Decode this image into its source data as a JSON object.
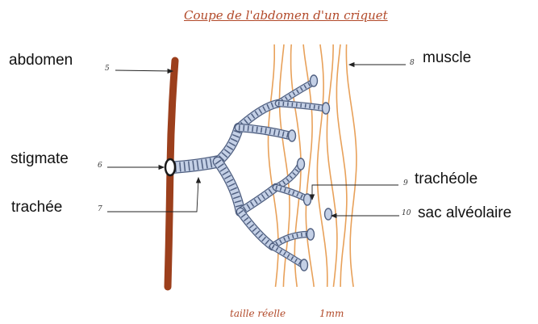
{
  "title": "Coupe de l'abdomen d'un criquet",
  "scale_left": "taille réelle",
  "scale_right": "1mm",
  "labels": [
    {
      "num": "5",
      "text": "abdomen"
    },
    {
      "num": "6",
      "text": "stigmate"
    },
    {
      "num": "7",
      "text": "trachée"
    },
    {
      "num": "8",
      "text": "muscle"
    },
    {
      "num": "9",
      "text": "trachéole"
    },
    {
      "num": "10",
      "text": "sac alvéolaire"
    }
  ],
  "colors": {
    "abdomen": "#9c3f1c",
    "muscle": "#e8a15a",
    "trachea": "#c4d0e6",
    "trachea_ring": "#4f5f80",
    "title": "#b24a2a"
  }
}
